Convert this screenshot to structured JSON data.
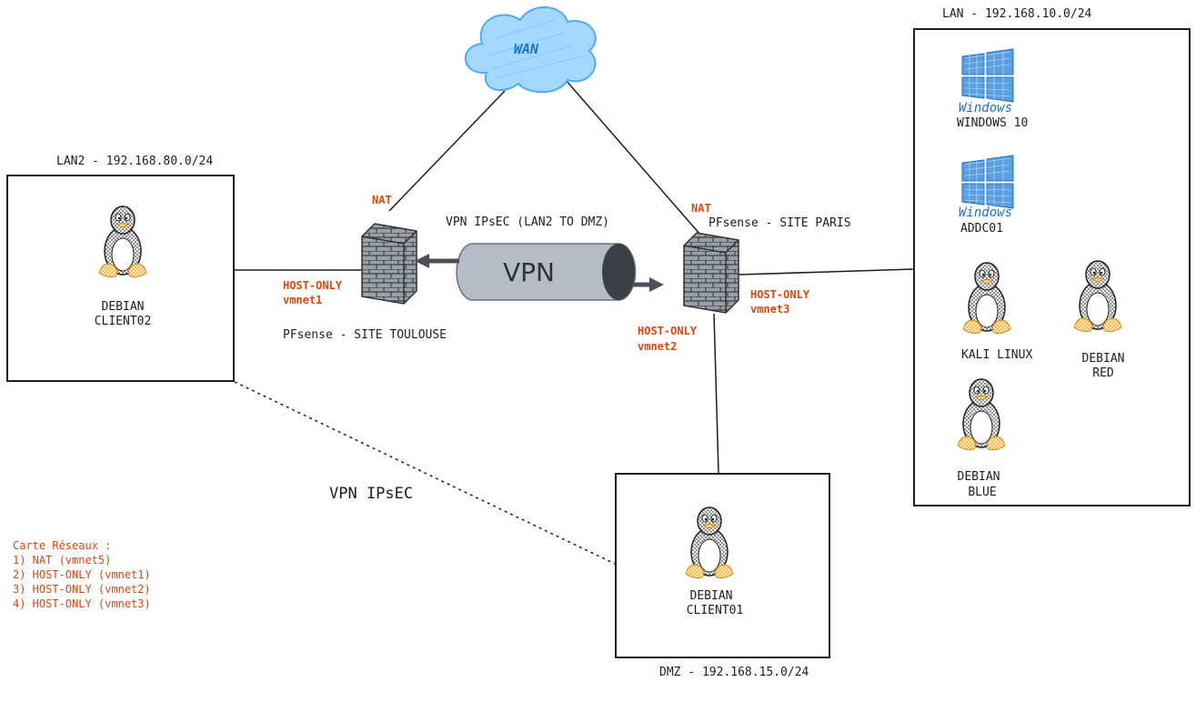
{
  "wan": {
    "label": "WAN"
  },
  "lan2": {
    "title": "LAN2 - 192.168.80.0/24",
    "host_line1": "DEBIAN",
    "host_line2": "CLIENT02"
  },
  "lan": {
    "title": "LAN - 192.168.10.0/24",
    "windows_logo_text": "Windows",
    "win10": "WINDOWS 10",
    "addc": "ADDC01",
    "kali": "KALI LINUX",
    "red_line1": "DEBIAN",
    "red_line2": "RED",
    "blue_line1": "DEBIAN",
    "blue_line2": "BLUE"
  },
  "dmz": {
    "title": "DMZ - 192.168.15.0/24",
    "host_line1": "DEBIAN",
    "host_line2": "CLIENT01"
  },
  "toulouse": {
    "nat": "NAT",
    "iface_line1": "HOST-ONLY",
    "iface_line2": "vmnet1",
    "name": "PFsense - SITE TOULOUSE"
  },
  "paris": {
    "nat": "NAT",
    "name": "PFsense - SITE PARIS",
    "iface_dmz_line1": "HOST-ONLY",
    "iface_dmz_line2": "vmnet2",
    "iface_lan_line1": "HOST-ONLY",
    "iface_lan_line2": "vmnet3"
  },
  "vpn": {
    "tunnel_label": "VPN",
    "caption": "VPN IPsEC (LAN2 TO DMZ)",
    "dotted_label": "VPN IPsEC"
  },
  "legend": {
    "title": "Carte Réseaux :",
    "items": [
      "1) NAT (vmnet5)",
      "2) HOST-ONLY (vmnet1)",
      "3) HOST-ONLY (vmnet2)",
      "4) HOST-ONLY (vmnet3)"
    ]
  },
  "colors": {
    "annotation": "#d9480f",
    "windows_blue": "#1a73c8",
    "cloud_fill": "#a5d8ff",
    "penguin_yellow": "#f5c542",
    "firewall_gray": "#8a8f98",
    "tunnel_gray": "#b5bcc6"
  },
  "icons": [
    "cloud-icon",
    "firewall-icon",
    "tunnel-icon",
    "penguin-icon",
    "windows-logo-icon"
  ]
}
